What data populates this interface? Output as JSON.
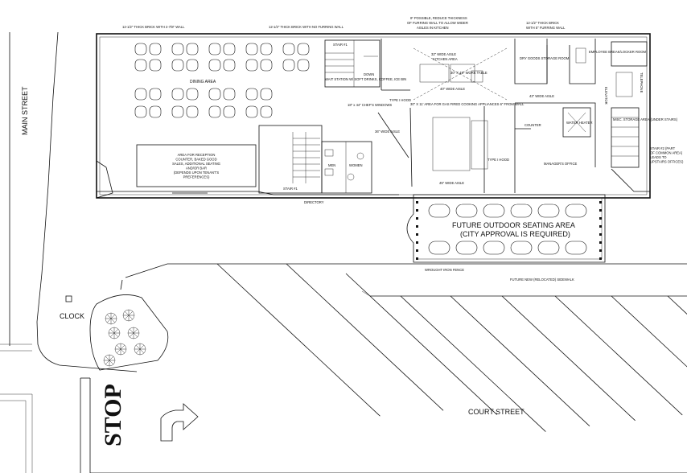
{
  "streets": {
    "main": "MAIN STREET",
    "court": "COURT STREET",
    "stop": "STOP",
    "clock": "CLOCK"
  },
  "wall_notes": {
    "left": "12-1/2\" THICK BRICK WITH 2-7/8\" WALL",
    "middle": "12-1/2\" THICK BRICK WITH NO FURRING WALL",
    "kitchen_line1": "IF POSSIBLE, REDUCE THICKNESS",
    "kitchen_line2": "OF FURRING WALL TO ALLOW WIDER",
    "kitchen_line3": "AISLES IN KITCHEN",
    "right_line1": "12-1/2\" THICK BRICK",
    "right_line2": "WITH 5\" FURRING WALL"
  },
  "rooms": {
    "dining": "DINING AREA",
    "reception_lines": [
      "AREA FOR RECEPTION",
      "COUNTER, BAKED GOOD",
      "SALES, ADDITIONAL SEATING",
      "AND/OR BAR",
      "(DEPENDS UPON TENANT'S",
      "PREFERENCES)"
    ],
    "stair1_top": "STAIR #1",
    "stair1_bottom": "STAIR #1",
    "down": "DOWN",
    "waiter_station": "WAIT STATION W/ SOFT DRINKS, COFFEE, ICE BIN",
    "kitchen_aisle": "32\" WIDE AISLE",
    "kitchen_area": "KITCHEN AREA",
    "work_table": "30\" X 48\" WORK TABLE",
    "aisle_40": "40\" WIDE AISLE",
    "aisle_36": "36\" WIDE AISLE",
    "aisle_45": "45\" WIDE AISLE",
    "aisle_43": "43\" WIDE AISLE",
    "gas_area": "30\" X 11' AREA FOR GAS FIRED COOKING APPLIANCES 6\" FROM WALL",
    "hood1": "TYPE I HOOD",
    "hood2": "TYPE I HOOD",
    "chef_window": "18\" x 44\" CHEF'S WINDOWS",
    "dry_goods": "DRY GOODS STORAGE ROOM",
    "employee_room": "EMPLOYEE BREAK/LOCKER ROOM",
    "counter": "COUNTER",
    "manager": "MANAGER'S OFFICE",
    "water_heater": "WATER HEATER",
    "misc_storage": "MISC. STORAGE AREA (UNDER STAIRS)",
    "stair2_lines": [
      "STAIR #2 (PART",
      "OF COMMON AREA)",
      "LEADS TO",
      "UPSTAIRS OFFICES)"
    ],
    "men": "MEN",
    "women": "WOMEN",
    "directory": "DIRECTORY",
    "elevator": "ELEVATOR",
    "telephone": "TELEPHONE"
  },
  "outdoor": {
    "line1": "FUTURE OUTDOOR SEATING AREA",
    "line2": "(CITY APPROVAL IS REQUIRED)",
    "fence": "WROUGHT IRON FENCE",
    "sidewalk": "FUTURE NEW (RELOCATED) SIDEWALK"
  }
}
